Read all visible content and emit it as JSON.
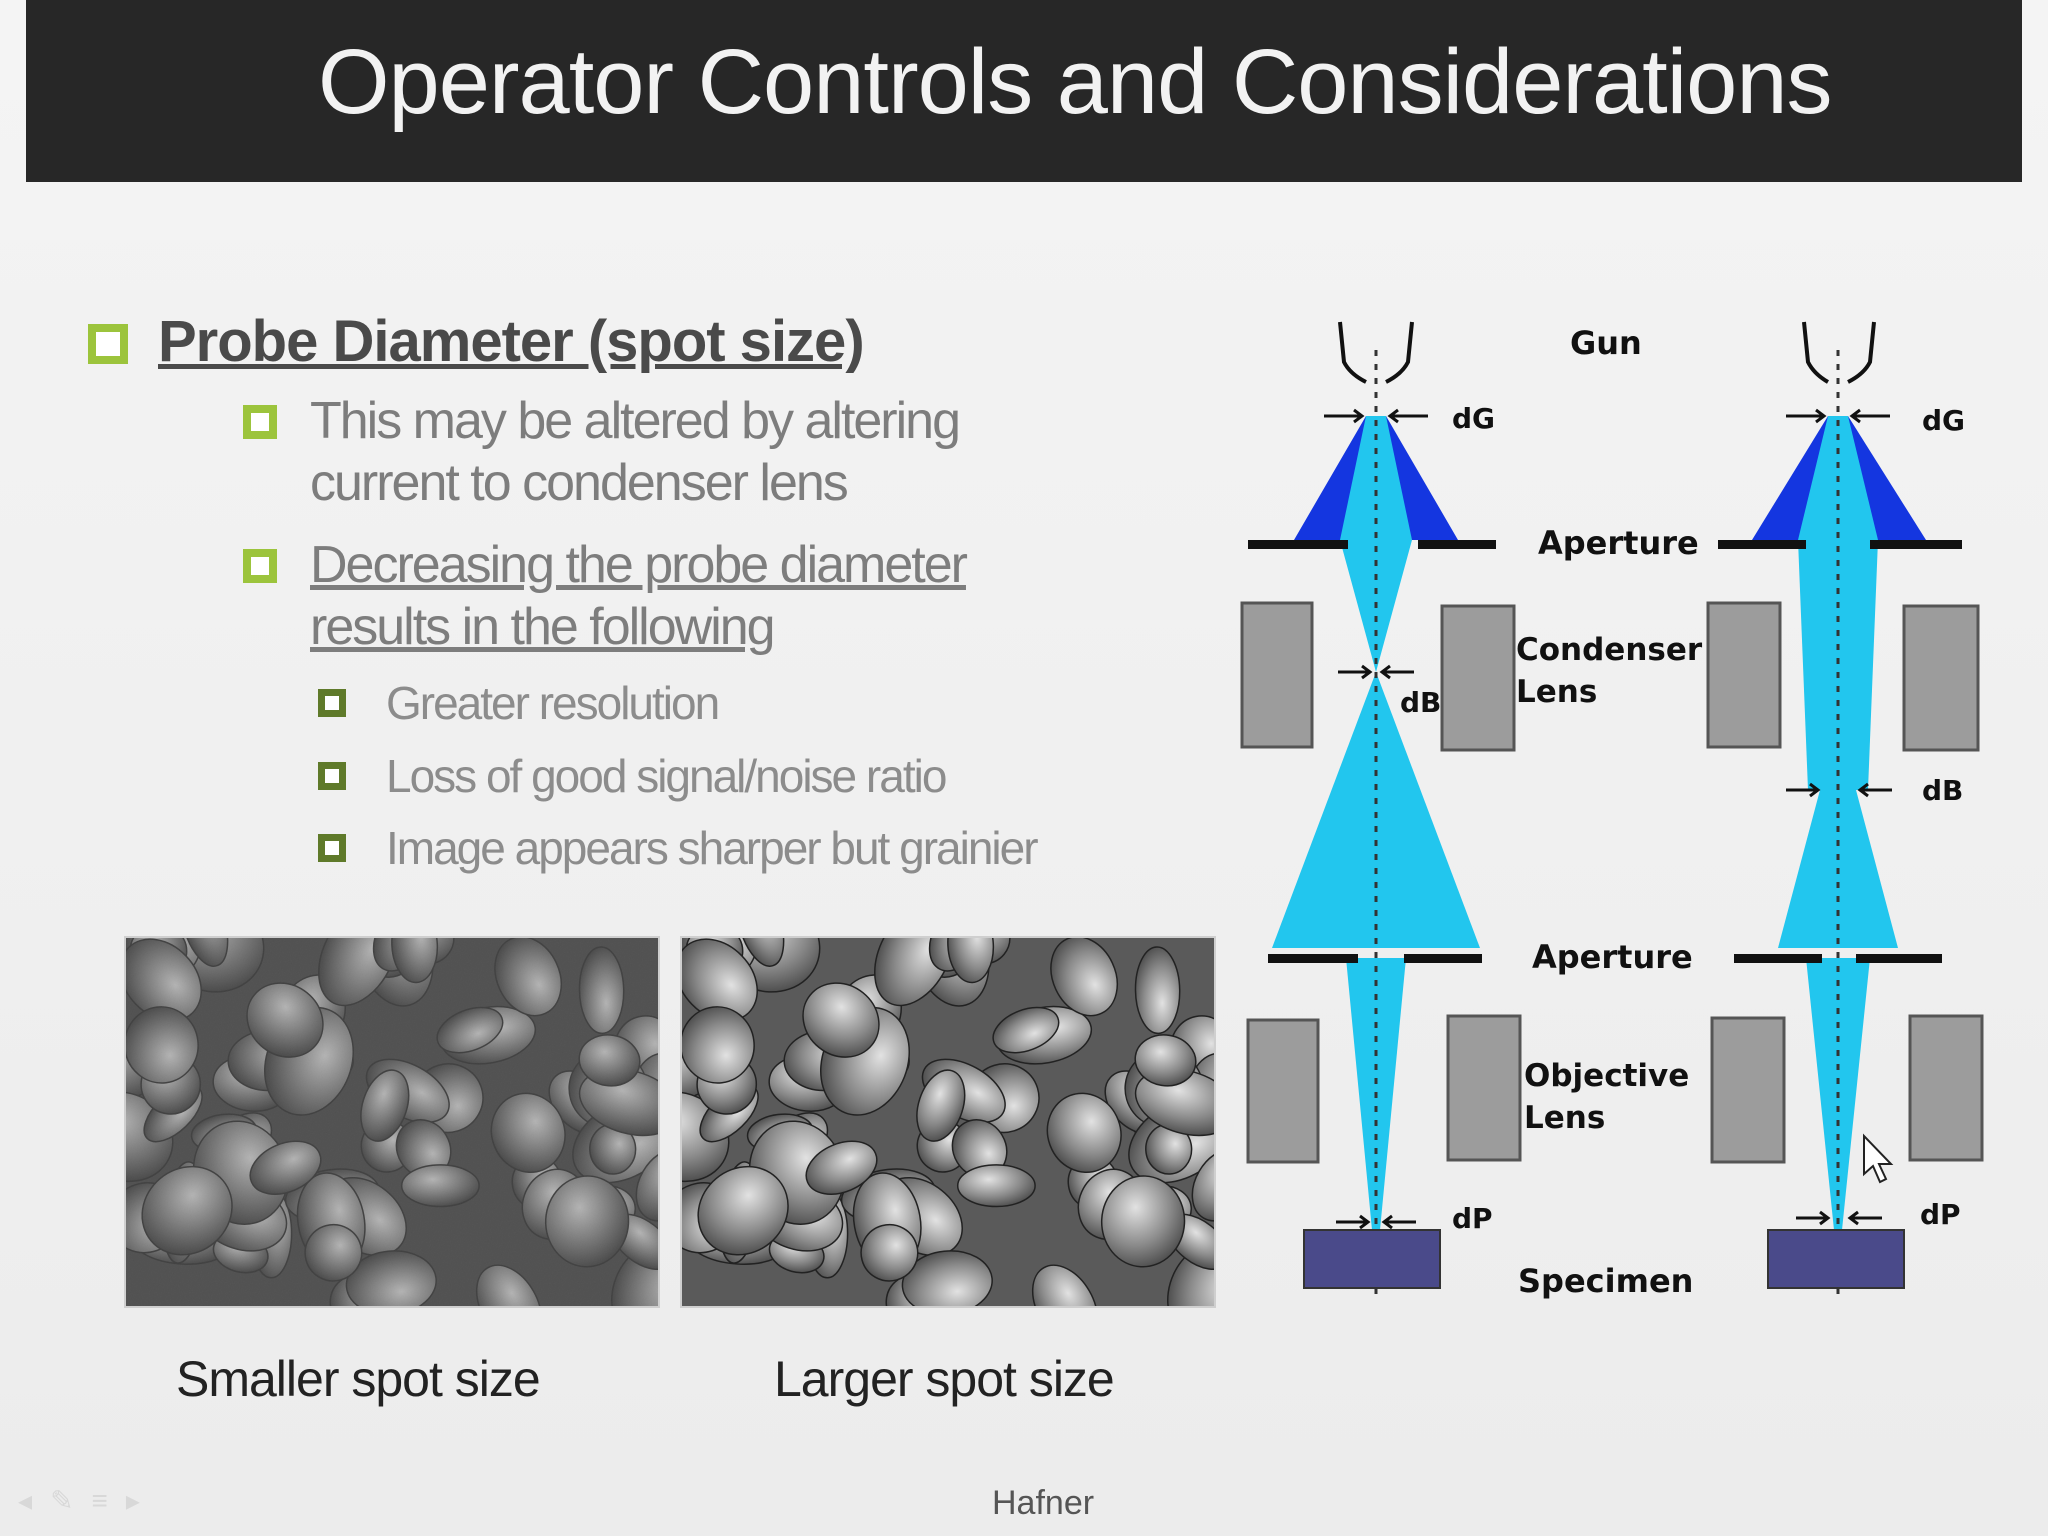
{
  "title": "Operator Controls and Considerations",
  "bullet1": "Probe Diameter (spot size)",
  "bullet2a_line1": "This may be altered by altering",
  "bullet2a_line2": "current to condenser lens",
  "bullet2b_line1": "Decreasing the probe diameter",
  "bullet2b_line2": "results in the following",
  "sub_bullets": [
    "Greater resolution",
    "Loss of good signal/noise ratio",
    "Image appears sharper but grainier"
  ],
  "caption_left": "Smaller spot size",
  "caption_right": "Larger spot size",
  "footer": "Hafner",
  "diagram": {
    "gun": "Gun",
    "aperture1": "Aperture",
    "condenser_line1": "Condenser",
    "condenser_line2": "Lens",
    "aperture2": "Aperture",
    "objective_line1": "Objective",
    "objective_line2": "Lens",
    "specimen": "Specimen",
    "dG": "dG",
    "dB": "dB",
    "dP": "dP"
  },
  "colors": {
    "title_bg": "#272727",
    "bullet": "#9cc43c",
    "beam_light": "#20c8ee",
    "beam_dark": "#1436e0",
    "lens": "#999999",
    "specimen": "#4a4a8a"
  }
}
